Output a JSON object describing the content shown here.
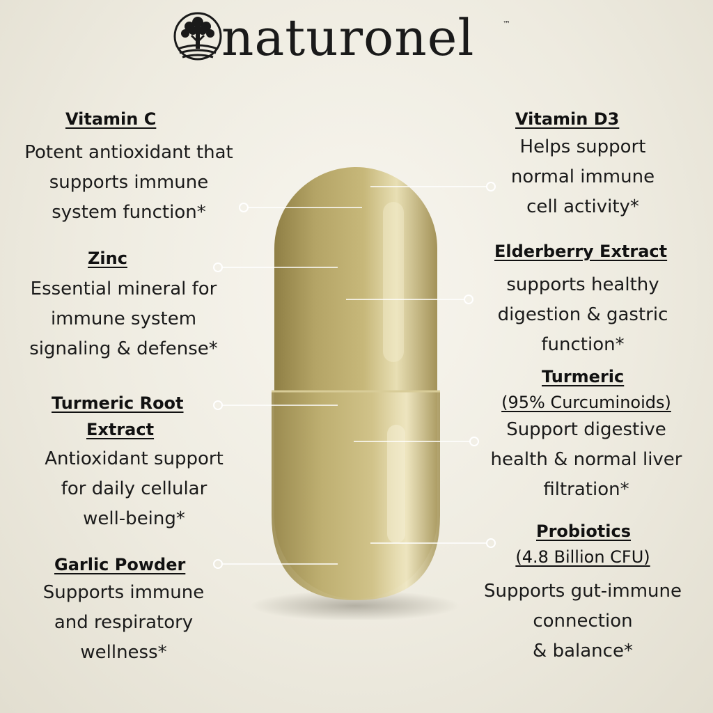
{
  "brand": {
    "name": "naturonel",
    "tm": "™"
  },
  "ingredients": {
    "vitamin_c": {
      "title": "Vitamin C",
      "lines": [
        "Potent antioxidant that",
        "supports immune",
        "system function*"
      ]
    },
    "zinc": {
      "title": "Zinc",
      "lines": [
        "Essential mineral for",
        "immune system",
        "signaling & defense*"
      ]
    },
    "turmeric_root": {
      "title_lines": [
        "Turmeric Root",
        "Extract"
      ],
      "lines": [
        "Antioxidant support",
        "for daily cellular",
        "well-being*"
      ]
    },
    "garlic": {
      "title": "Garlic Powder",
      "lines": [
        "Supports immune",
        "and respiratory",
        "wellness*"
      ]
    },
    "vitamin_d3": {
      "title": "Vitamin D3",
      "lines": [
        "Helps support",
        "normal immune",
        "cell activity*"
      ]
    },
    "elderberry": {
      "title": "Elderberry Extract",
      "lines": [
        "supports healthy",
        "digestion & gastric",
        "function*"
      ]
    },
    "turmeric": {
      "title": "Turmeric",
      "subtitle": "(95% Curcuminoids)",
      "lines": [
        "Support digestive",
        "health & normal liver",
        "filtration*"
      ]
    },
    "probiotics": {
      "title": "Probiotics",
      "subtitle": "(4.8 Billion CFU)",
      "lines": [
        "Supports gut-immune",
        "connection",
        "& balance*"
      ]
    }
  },
  "colors": {
    "text": "#111111",
    "capsule": "#b8a86a",
    "capsule_highlight": "#e6dcae",
    "connector": "#ffffff"
  },
  "icons": {
    "logo": "tree-logo-icon",
    "capsule": "capsule-icon"
  }
}
